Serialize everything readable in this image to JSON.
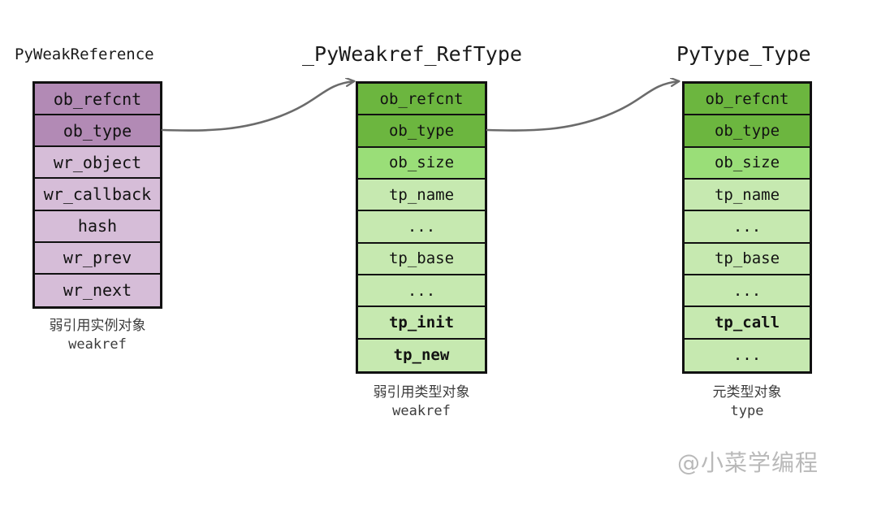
{
  "diagram": {
    "title_watermark": "@小菜学编程",
    "colors": {
      "purple_dark": "#b28ab5",
      "purple_light": "#d6bdd8",
      "green_dark": "#6cb63f",
      "green_mid": "#9ade78",
      "green_light": "#c6e9b0",
      "border": "#111111",
      "arrow": "#6b6b6b",
      "text": "#121212",
      "caption": "#3c3c3c",
      "watermark": "#b9b9b9"
    },
    "structs": [
      {
        "id": "pyweakreference",
        "title": "PyWeakReference",
        "caption_cn": "弱引用实例对象",
        "caption_en": "weakref",
        "fields": [
          {
            "label": "ob_refcnt",
            "shade": "p-dark",
            "bold": false
          },
          {
            "label": "ob_type",
            "shade": "p-dark",
            "bold": false
          },
          {
            "label": "wr_object",
            "shade": "p-light",
            "bold": false
          },
          {
            "label": "wr_callback",
            "shade": "p-light",
            "bold": false
          },
          {
            "label": "hash",
            "shade": "p-light",
            "bold": false
          },
          {
            "label": "wr_prev",
            "shade": "p-light",
            "bold": false
          },
          {
            "label": "wr_next",
            "shade": "p-light",
            "bold": false
          }
        ]
      },
      {
        "id": "pyweakref-reftype",
        "title": "_PyWeakref_RefType",
        "caption_cn": "弱引用类型对象",
        "caption_en": "weakref",
        "fields": [
          {
            "label": "ob_refcnt",
            "shade": "g-dark",
            "bold": false
          },
          {
            "label": "ob_type",
            "shade": "g-dark",
            "bold": false
          },
          {
            "label": "ob_size",
            "shade": "g-mid",
            "bold": false
          },
          {
            "label": "tp_name",
            "shade": "g-light",
            "bold": false
          },
          {
            "label": "...",
            "shade": "g-light",
            "bold": false
          },
          {
            "label": "tp_base",
            "shade": "g-light",
            "bold": false
          },
          {
            "label": "...",
            "shade": "g-light",
            "bold": false
          },
          {
            "label": "tp_init",
            "shade": "g-light",
            "bold": true
          },
          {
            "label": "tp_new",
            "shade": "g-light",
            "bold": true
          }
        ]
      },
      {
        "id": "pytype-type",
        "title": "PyType_Type",
        "caption_cn": "元类型对象",
        "caption_en": "type",
        "fields": [
          {
            "label": "ob_refcnt",
            "shade": "g-dark",
            "bold": false
          },
          {
            "label": "ob_type",
            "shade": "g-dark",
            "bold": false
          },
          {
            "label": "ob_size",
            "shade": "g-mid",
            "bold": false
          },
          {
            "label": "tp_name",
            "shade": "g-light",
            "bold": false
          },
          {
            "label": "...",
            "shade": "g-light",
            "bold": false
          },
          {
            "label": "tp_base",
            "shade": "g-light",
            "bold": false
          },
          {
            "label": "...",
            "shade": "g-light",
            "bold": false
          },
          {
            "label": "tp_call",
            "shade": "g-light",
            "bold": true
          },
          {
            "label": "...",
            "shade": "g-light",
            "bold": false
          }
        ]
      }
    ],
    "arrows": [
      {
        "id": "arrow-weakref-obtype-to-reftype",
        "from": "pyweakreference.ob_type",
        "to": "pyweakref-reftype"
      },
      {
        "id": "arrow-reftype-obtype-to-pytype",
        "from": "pyweakref-reftype.ob_type",
        "to": "pytype-type"
      }
    ]
  }
}
